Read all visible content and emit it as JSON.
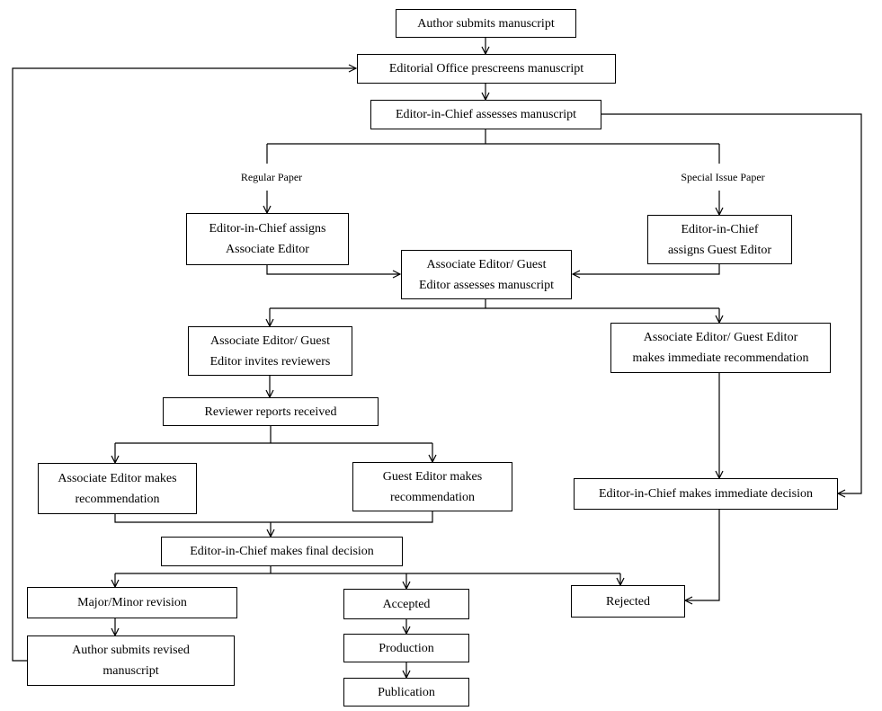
{
  "nodes": {
    "author_submits": "Author submits manuscript",
    "editorial_office": "Editorial  Office prescreens manuscript",
    "eic_assesses": "Editor-in-Chief assesses manuscript",
    "eic_assigns_ae": "Editor-in-Chief assigns\nAssociate Editor",
    "eic_assigns_ge": "Editor-in-Chief\nassigns Guest Editor",
    "ae_ge_assesses": "Associate Editor/  Guest\nEditor  assesses manuscript",
    "ae_ge_invites": "Associate Editor/  Guest\nEditor invites reviewers",
    "ae_ge_immediate": "Associate Editor/ Guest Editor\nmakes immediate recommendation",
    "reviewer_reports": "Reviewer reports received",
    "ae_recommendation": "Associate Editor makes\nrecommendation",
    "ge_recommendation": "Guest Editor makes\nrecommendation",
    "eic_immediate_decision": "Editor-in-Chief makes immediate decision",
    "eic_final_decision": "Editor-in-Chief makes final  decision",
    "revision": "Major/Minor revision",
    "accepted": "Accepted",
    "rejected": "Rejected",
    "production": "Production",
    "revised_submission": "Author submits revised\nmanuscript",
    "publication": "Publication"
  },
  "branch_labels": {
    "regular": "Regular Paper",
    "special": "Special Issue Paper"
  }
}
